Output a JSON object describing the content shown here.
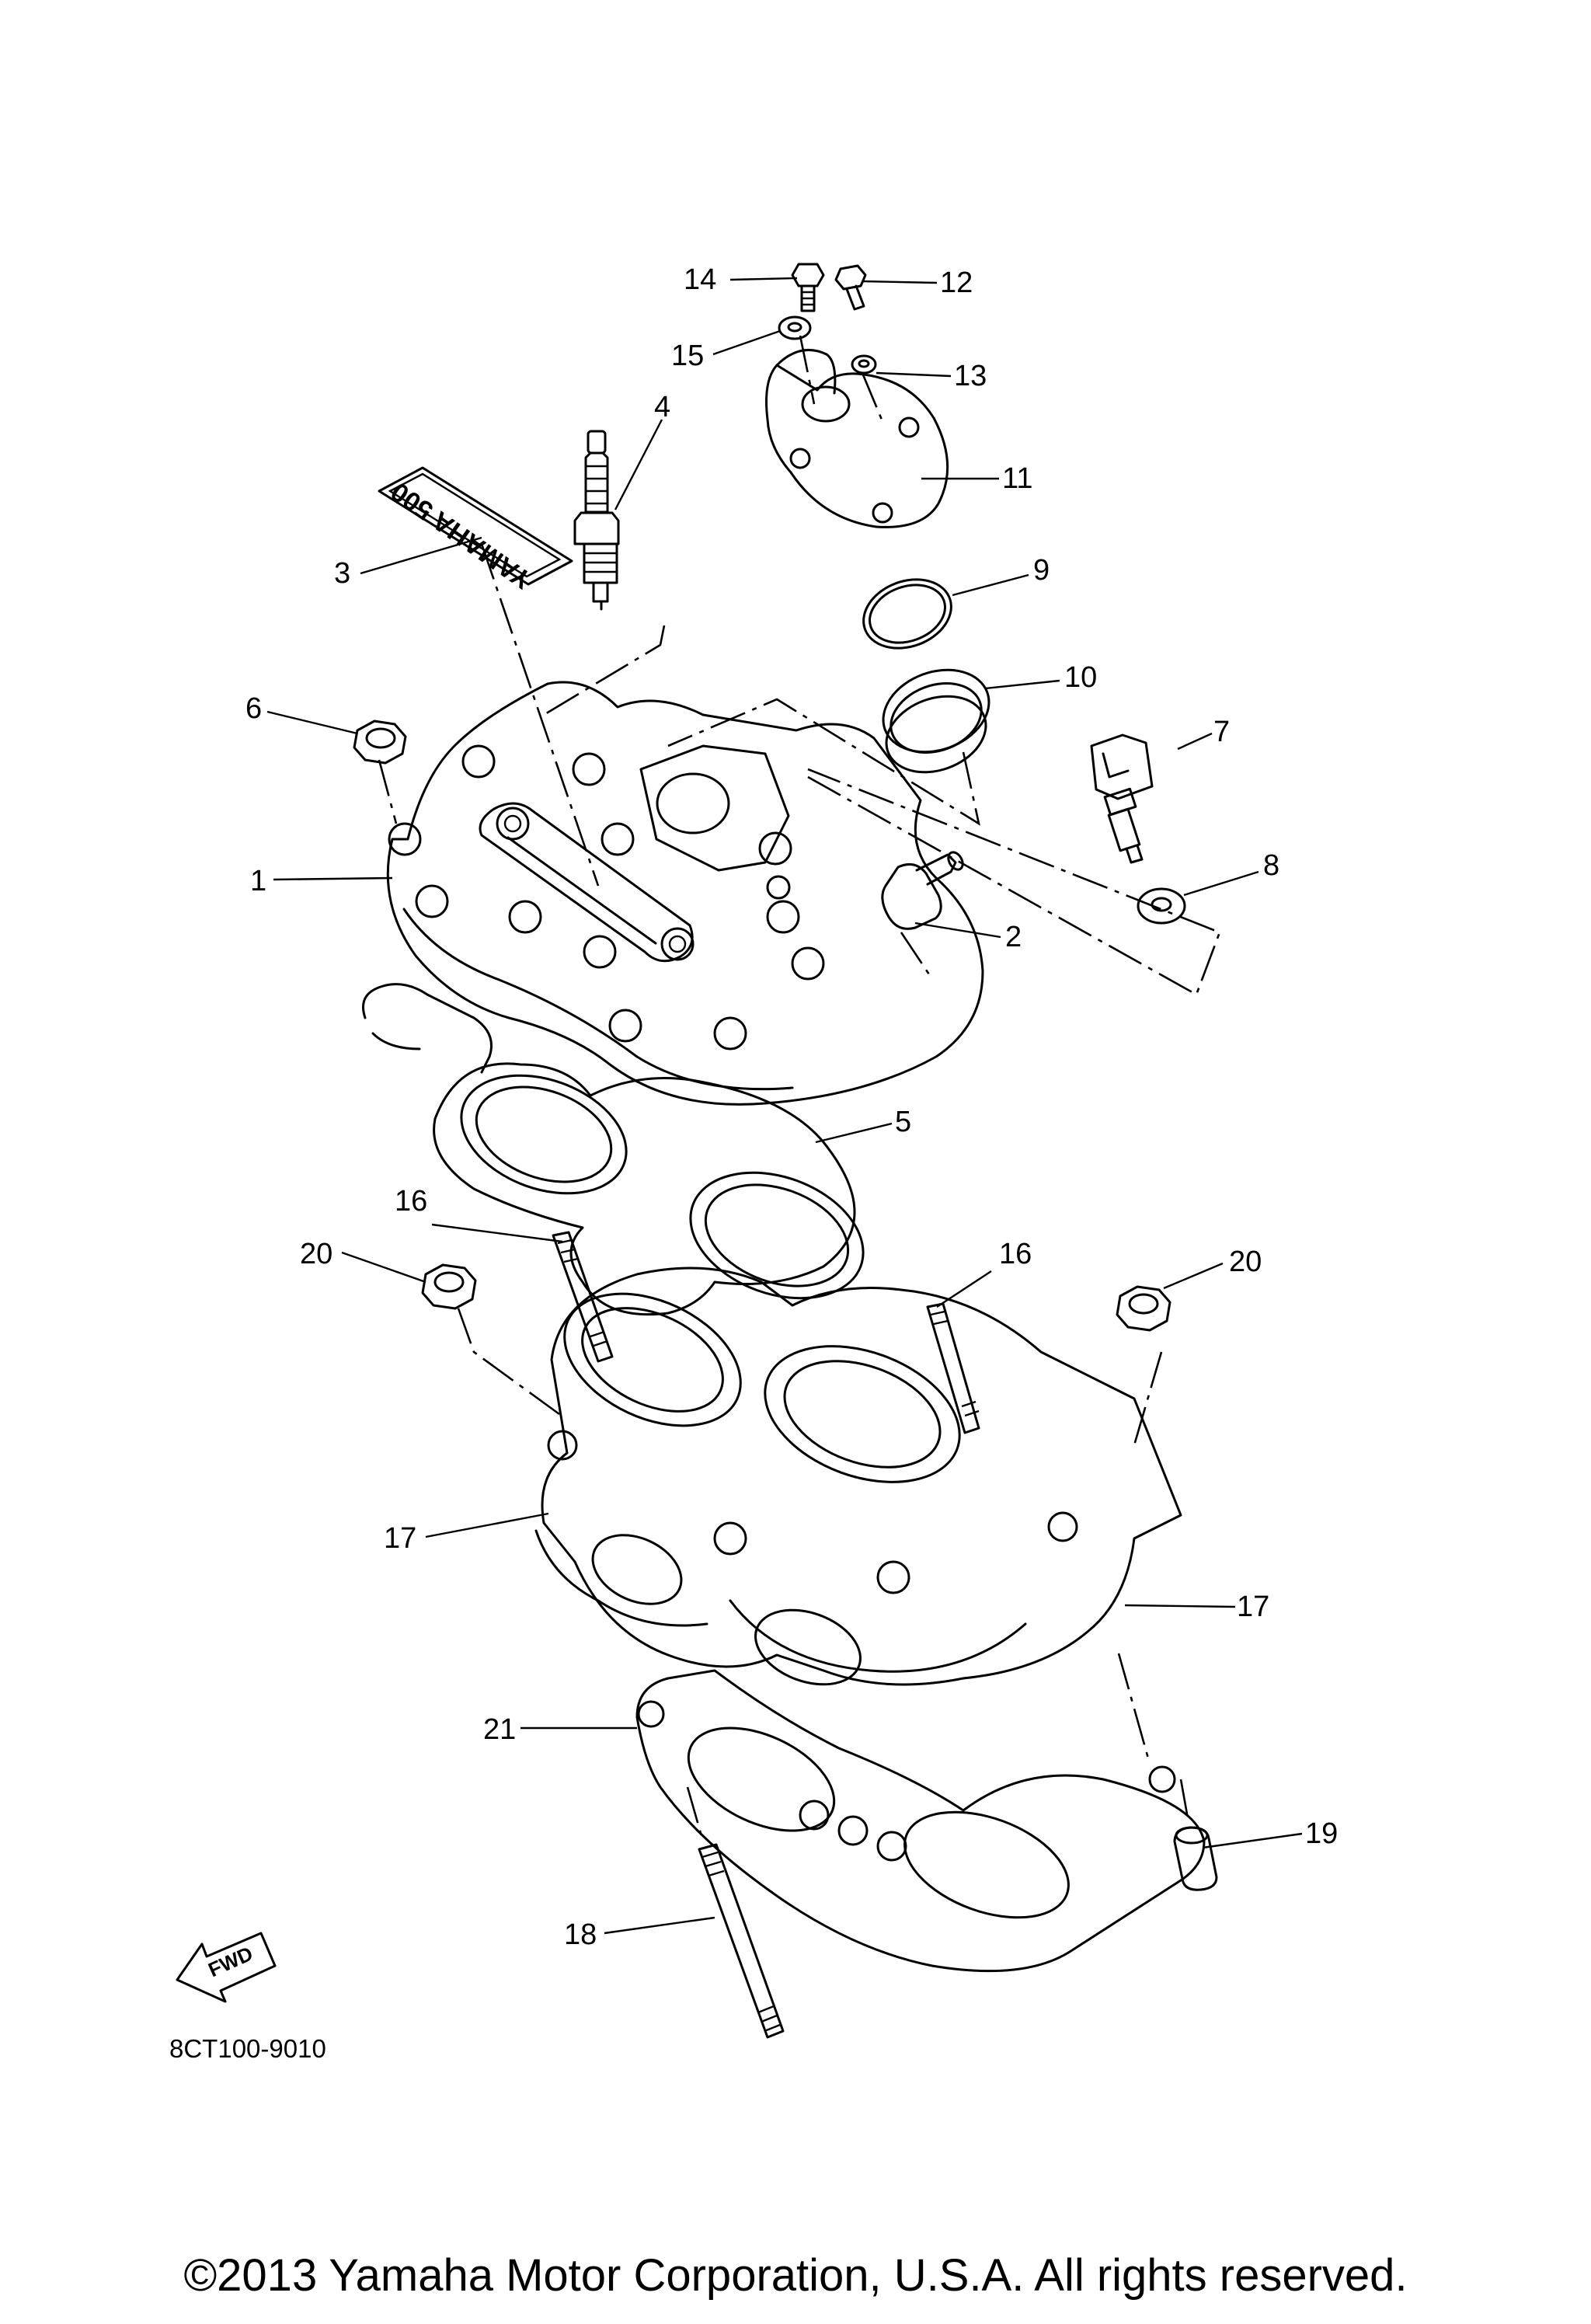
{
  "diagram": {
    "part_code": "8CT100-9010",
    "fwd_label": "FWD",
    "decal_text": "YAMAHA 500",
    "callouts": [
      "1",
      "2",
      "3",
      "4",
      "5",
      "6",
      "7",
      "8",
      "9",
      "10",
      "11",
      "12",
      "13",
      "14",
      "15",
      "16",
      "16",
      "17",
      "17",
      "18",
      "19",
      "20",
      "20",
      "21"
    ]
  },
  "footer": {
    "copyright": "©2013 Yamaha Motor Corporation, U.S.A. All rights reserved."
  }
}
